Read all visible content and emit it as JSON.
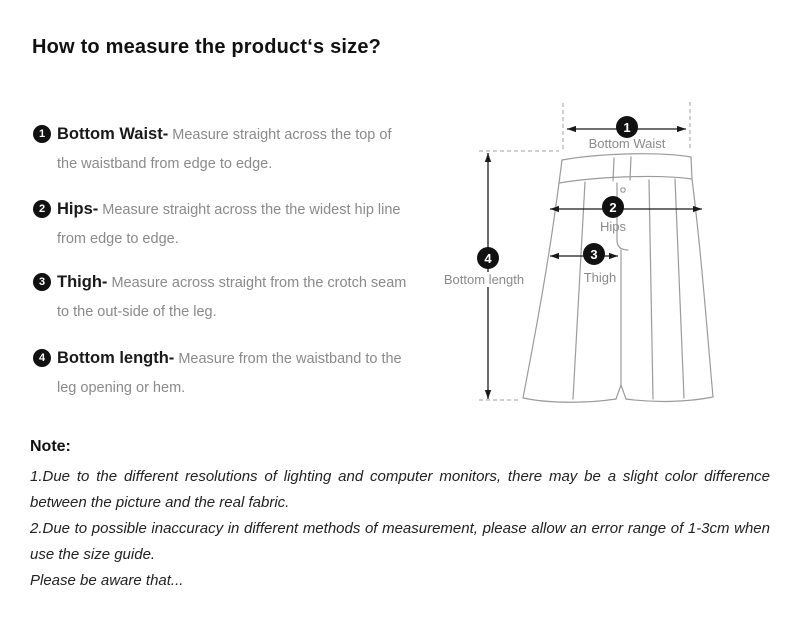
{
  "title": "How to measure the product‘s size?",
  "instructions": [
    {
      "num": "1",
      "label": "Bottom Waist-",
      "desc": "Measure straight across the top of the waistband from edge to edge."
    },
    {
      "num": "2",
      "label": "Hips-",
      "desc": "Measure straight across the the widest hip line from edge to edge."
    },
    {
      "num": "3",
      "label": "Thigh-",
      "desc": "Measure across straight from the crotch seam to the out-side of the leg."
    },
    {
      "num": "4",
      "label": "Bottom length-",
      "desc": "Measure from the waistband to the leg opening or hem."
    }
  ],
  "diagram": {
    "badges": [
      {
        "num": "1"
      },
      {
        "num": "2"
      },
      {
        "num": "3"
      },
      {
        "num": "4"
      }
    ],
    "labels": {
      "bottom_waist": "Bottom Waist",
      "hips": "Hips",
      "thigh": "Thigh",
      "bottom_length": "Bottom length"
    }
  },
  "note": {
    "heading": "Note:",
    "lines": [
      "1.Due to the different resolutions of lighting and computer monitors, there may be a slight color difference between the picture and the real fabric.",
      "2.Due to possible inaccuracy in different methods of measurement, please allow an error range of 1-3cm when use the size guide.",
      "Please be aware that..."
    ]
  },
  "colors": {
    "badge": "#111111",
    "muted_text": "#8a8a8a",
    "garment_line": "#9b9b9b",
    "arrow": "#1a1a1a"
  }
}
